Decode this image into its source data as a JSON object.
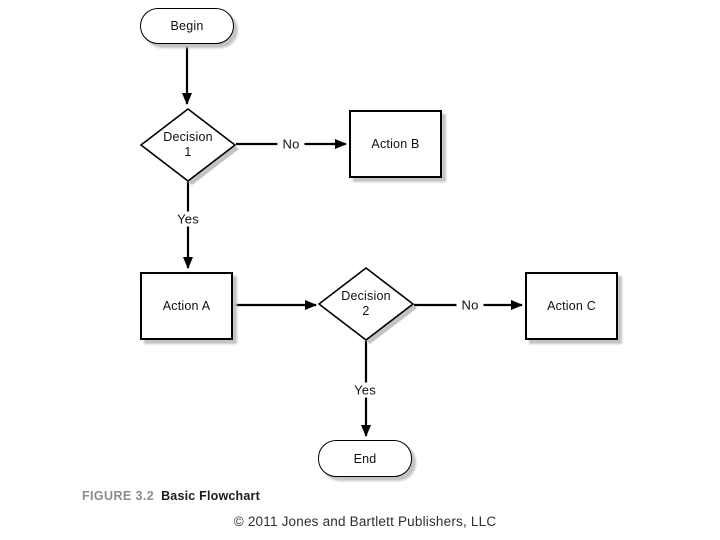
{
  "flowchart": {
    "nodes": {
      "begin": {
        "label": "Begin",
        "type": "terminal"
      },
      "decision1": {
        "line1": "Decision",
        "line2": "1",
        "type": "decision"
      },
      "action_b": {
        "label": "Action B",
        "type": "process"
      },
      "action_a": {
        "label": "Action A",
        "type": "process"
      },
      "decision2": {
        "line1": "Decision",
        "line2": "2",
        "type": "decision"
      },
      "action_c": {
        "label": "Action C",
        "type": "process"
      },
      "end": {
        "label": "End",
        "type": "terminal"
      }
    },
    "edge_labels": {
      "decision1_no": "No",
      "decision1_yes": "Yes",
      "decision2_no": "No",
      "decision2_yes": "Yes"
    }
  },
  "caption": {
    "figure_number": "FIGURE 3.2",
    "figure_title": "Basic Flowchart"
  },
  "footer": {
    "copyright": "© 2011 Jones and Bartlett Publishers, LLC"
  },
  "colors": {
    "shape_fill": "#ffffff",
    "shape_border": "#000000",
    "connector": "#000000",
    "shadow": "#c3c3c3",
    "caption_number": "#8c8c8c",
    "caption_title": "#1c1c1c",
    "copyright_text": "#2e2e2e"
  }
}
